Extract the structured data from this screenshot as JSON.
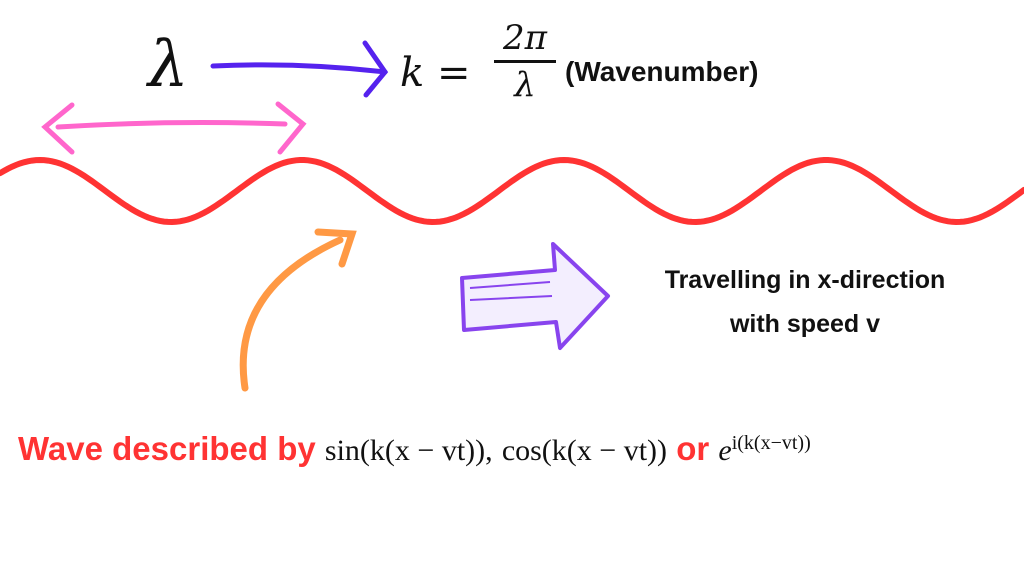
{
  "header": {
    "lambda_symbol": "λ",
    "k_equation": "k =",
    "fraction_numerator": "2π",
    "fraction_denominator": "λ",
    "wavenumber_label": "(Wavenumber)"
  },
  "travel_label": {
    "line1": "Travelling in x-direction",
    "line2": "with speed v"
  },
  "footer": {
    "prefix": "Wave described by",
    "sin_expr": "sin(k(x − vt))",
    "separator": ",",
    "cos_expr": "cos(k(x − vt))",
    "or_word": "or",
    "exp_base": "e",
    "exp_power": "i(k(x−vt))"
  },
  "colors": {
    "wave": "#ff3333",
    "lambda_arrow": "#ff66cc",
    "k_arrow": "#5522ee",
    "curved_arrow": "#ff9944",
    "travel_arrow": "#8844ee"
  }
}
